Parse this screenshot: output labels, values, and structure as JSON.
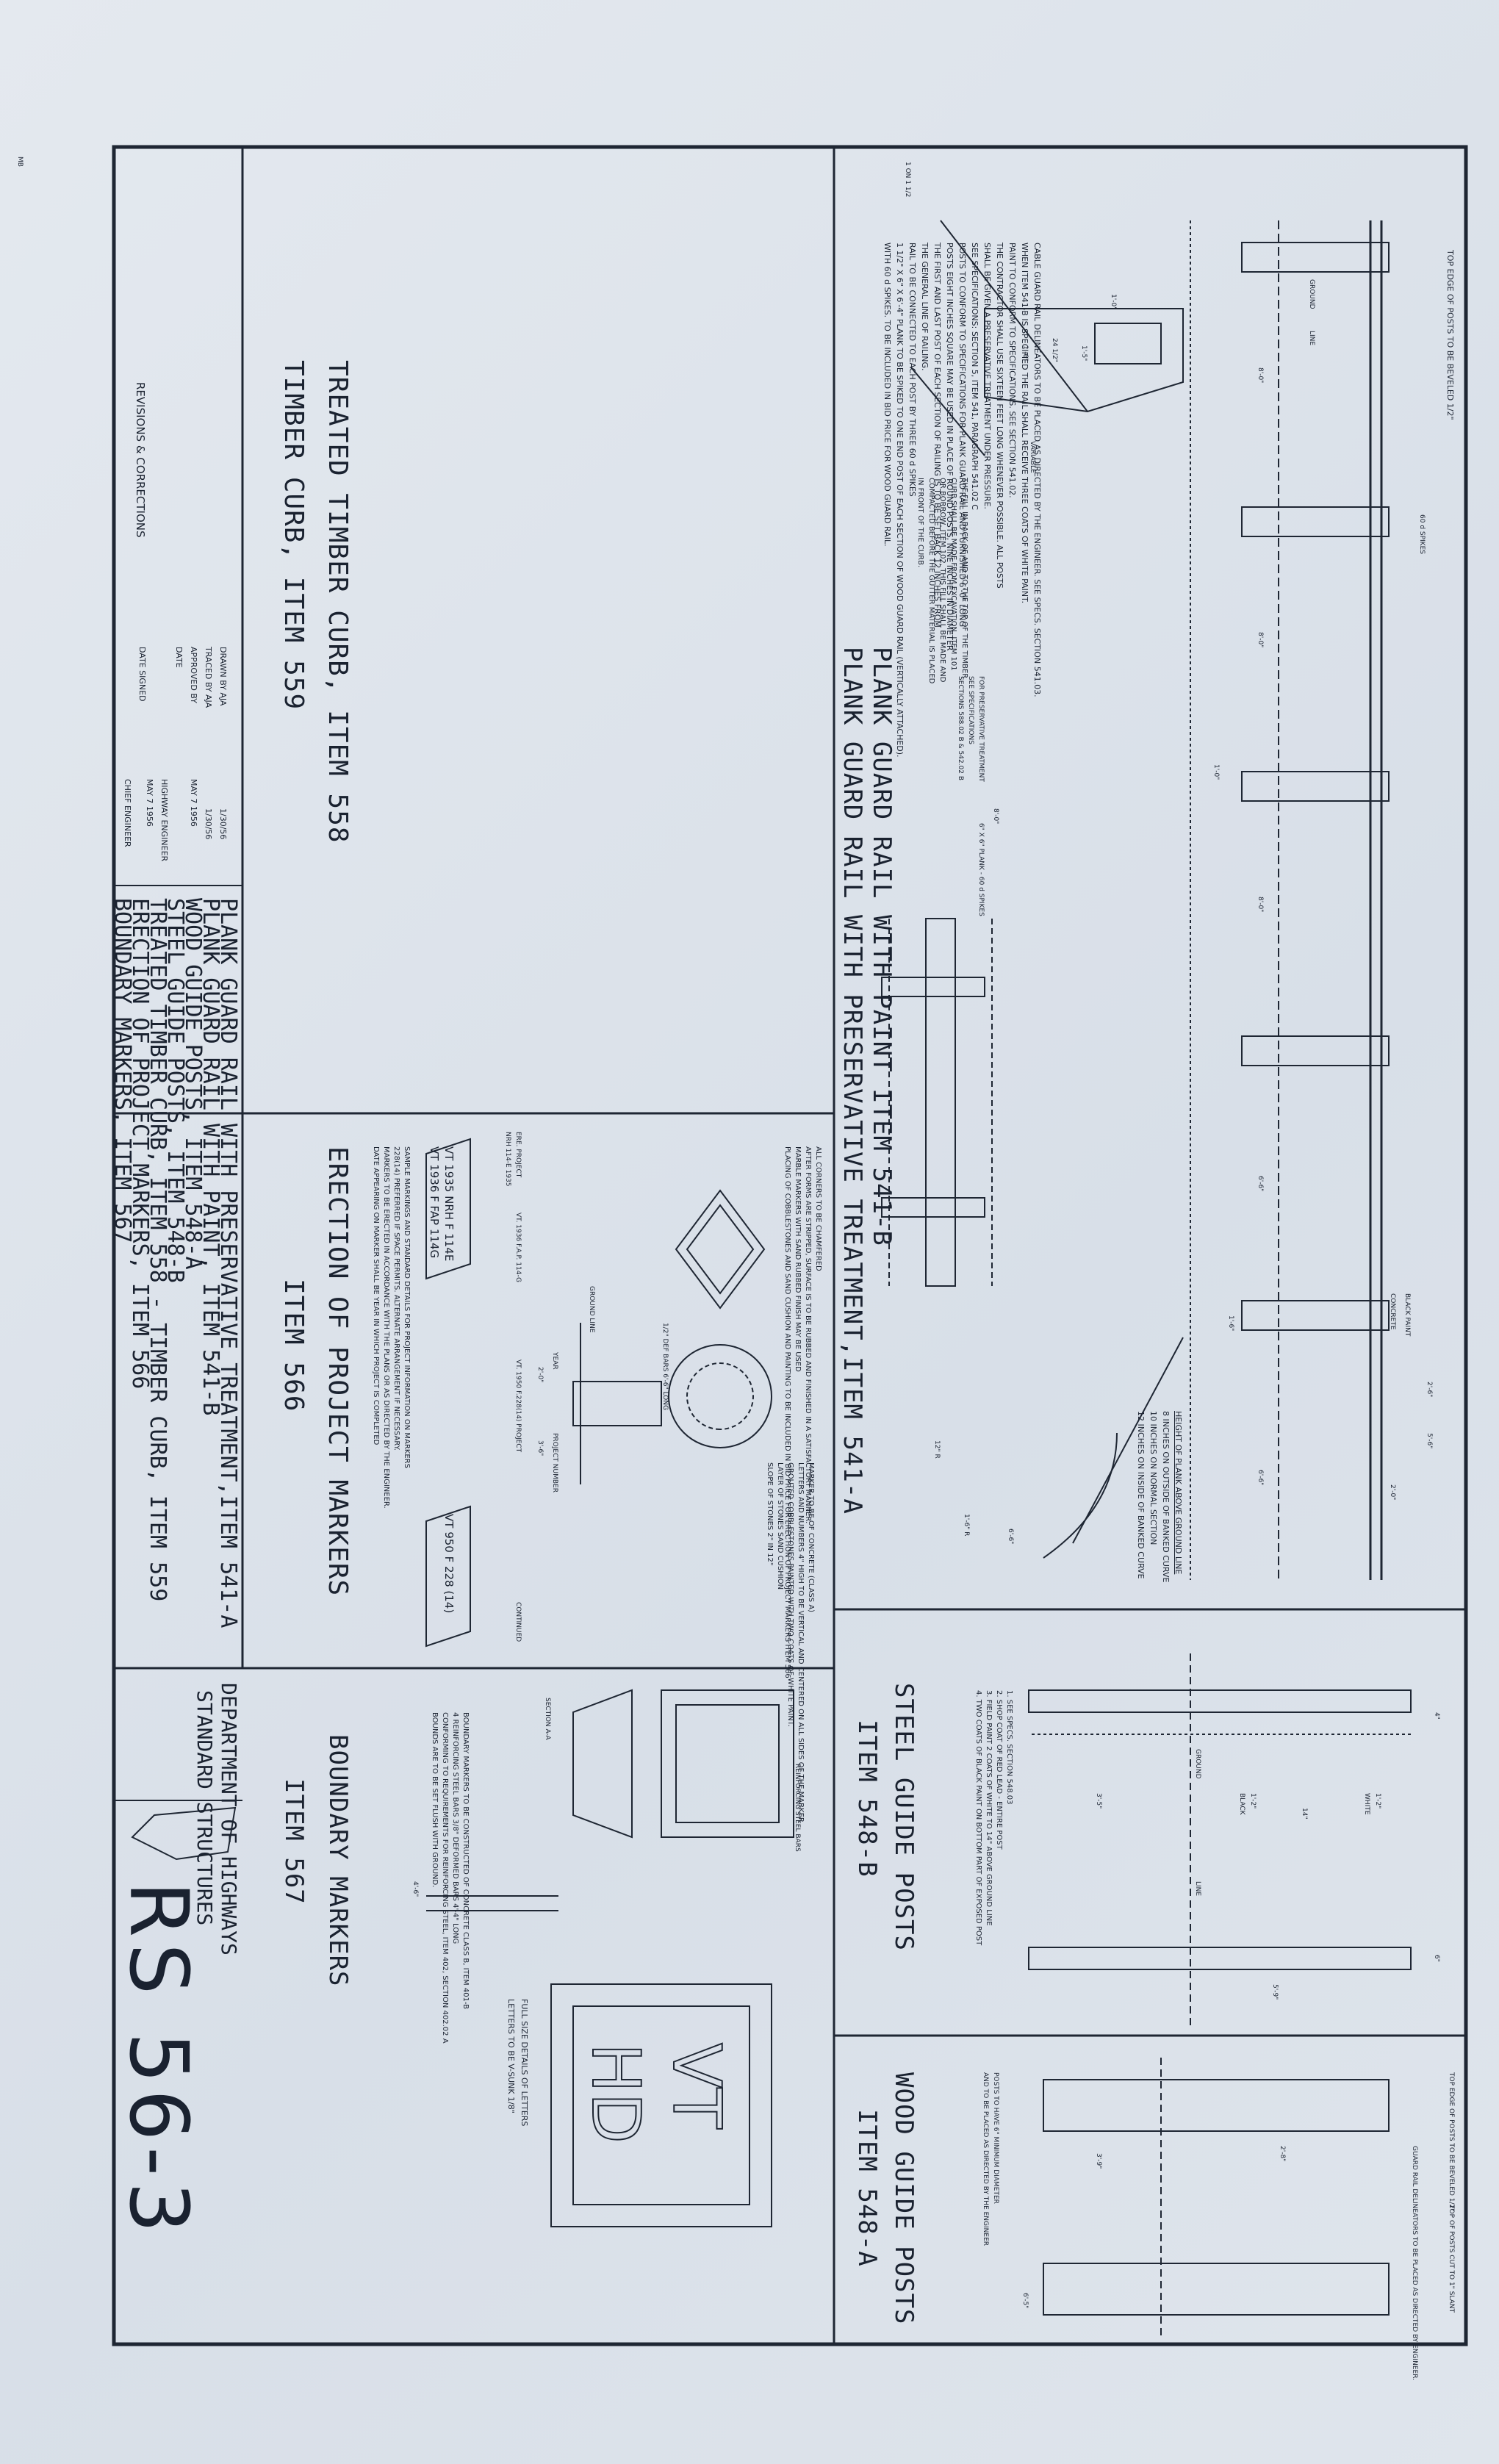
{
  "sheet": {
    "number": "RS 56-3",
    "department": "DEPARTMENT OF HIGHWAYS",
    "standard": "STANDARD STRUCTURES",
    "margin_stamp": "MB"
  },
  "plank_guard_rail": {
    "title_a": "PLANK GUARD RAIL WITH PRESERVATIVE TREATMENT,ITEM 541-A",
    "title_b": "PLANK GUARD RAIL WITH PAINT ITEM 541-B",
    "top_note": "TOP EDGE OF POSTS TO BE BEVELED 1/2\"",
    "height_heading": "HEIGHT OF PLANK ABOVE GROUND LINE",
    "height_lines": [
      "8 INCHES ON OUTSIDE OF BANKED CURVE",
      "10 INCHES ON NORMAL SECTION",
      "12 INCHES ON INSIDE OF BANKED CURVE"
    ],
    "notes": [
      "CABLE GUARD RAIL DELINEATORS TO BE PLACED AS DIRECTED BY THE ENGINEER. SEE SPECS. SECTION 541.03.",
      "WHEN ITEM 541-B IS SPECIFIED THE RAIL SHALL RECEIVE THREE COATS OF WHITE PAINT.",
      "PAINT TO CONFORM TO SPECIFICATIONS. SEE SECTION 541.02.",
      "THE CONTRACTOR SHALL USE SIXTEEN FEET LONG WHENEVER POSSIBLE. ALL POSTS",
      "SHALL BE GIVEN A PRESERVATIVE TREATMENT UNDER PRESSURE.",
      "SEE SPECIFICATIONS: SECTION 5, ITEM 541, PARAGRAPH 541.02 C",
      "POSTS TO CONFORM TO SPECIFICATIONS FOR PLANK GUARD RAIL AND FURNISHED 6'-0\" LONG",
      "POSTS EIGHT INCHES SQUARE MAY BE USED IN PLACE OF ROUND POSTS, NINE INCHES IN DIAMETER",
      "THE FIRST AND LAST POST OF EACH SECTION OF RAILING IS TO BE SET BACK 12 INCHES FROM",
      "THE GENERAL LINE OF RAILING.",
      "RAIL TO BE CONNECTED TO EACH POST BY THREE 60 d SPIKES",
      "1 1/2\" X 6\" X 6'-4\" PLANK TO BE SPIKED TO ONE END POST OF EACH SECTION OF WOOD GUARD RAIL (VERTICALLY ATTACHED).",
      "WITH 60 d SPIKES. TO BE INCLUDED IN BID PRICE FOR WOOD GUARD RAIL."
    ],
    "dims": [
      "8'-0\"",
      "8'-0\"",
      "8'-0\"",
      "6'-6\"",
      "6'-6\"",
      "2'-6\"",
      "5'-6\"",
      "1'-6\"",
      "2'-0\"",
      "1'-0\"",
      "6'-6\""
    ],
    "labels": [
      "GROUND",
      "LINE",
      "60 d SPIKES",
      "BLACK PAINT",
      "CONCRETE",
      "12\" R",
      "1'-6\" R"
    ]
  },
  "timber_curb": {
    "title_a": "TREATED TIMBER CURB, ITEM 558",
    "title_b": "TIMBER CURB, ITEM 559",
    "dims": [
      "1'-0\"",
      "1'-5\"",
      "24 1/2\"",
      "1'-6\"",
      "VARIABLE",
      "8'-0\""
    ],
    "labels": [
      "1 ON 1 1/2",
      "6\" X 6\" PLANK - 60 d SPIKES",
      "FOR PRESERVATIVE TREATMENT",
      "SEE SPECIFICATIONS",
      "SECTIONS 588.02 B & 542.02 B"
    ],
    "note_lines": [
      "THE FILL IN BACK OF AND TO THE TOP OF THE TIMBER",
      "CURB SHALL BE MADE FROM EXCAVATION, ITEM 101",
      "OR BORROW, ITEM 102. THIS FILL SHALL BE MADE AND",
      "COMPACTED BEFORE THE GUTTER MATERIAL IS PLACED",
      "IN FRONT OF THE CURB."
    ]
  },
  "project_markers": {
    "title_a": "ERECTION OF PROJECT MARKERS",
    "title_b": "ITEM 566",
    "marker_texts": [
      "VT 1935 NRH F 114E",
      "VT 1936 F FAP 114G",
      "VT 950 F 228 (14)"
    ],
    "note_lines": [
      "ALL CORNERS TO BE CHAMFERED",
      "AFTER FORMS ARE STRIPPED, SURFACE IS TO BE RUBBED AND FINISHED IN A SATISFACTORY MANNER.",
      "MARBLE MARKERS WITH SAND RUBBED FINISH MAY BE USED",
      "PLACING OF COBBLESTONES AND SAND CUSHION AND PAINTING TO BE INCLUDED IN BID PRICE FOR ERECTION OF PROJECT MARKERS ITEM 566",
      "MARKER TO BE OF CONCRETE (CLASS A)",
      "LETTERS AND NUMBERS 4\" HIGH TO BE VERTICAL AND CENTERED ON ALL SIDES OF THE MARKER",
      "GROUTED COBBLESTONES PAINTED WITH TWO COATS OF WHITE PAINT.",
      "LAYER OF STONES SAND CUSHION",
      "SLOPE OF STONES 2\" IN 12\"",
      "SAMPLE MARKINGS AND STANDARD DETAILS FOR PROJECT INFORMATION ON MARKERS",
      "228(14) PREFERRED IF SPACE PERMITS. ALTERNATE ARRANGEMENT IF NECESSARY.",
      "MARKERS TO BE ERECTED IN ACCORDANCE WITH THE PLANS OR AS DIRECTED BY THE ENGINEER.",
      "DATE APPEARING ON MARKER SHALL BE YEAR IN WHICH PROJECT IS COMPLETED"
    ],
    "labels": [
      "1/2\" DEF BARS 6'-6\" LONG",
      "YEAR",
      "PROJECT NUMBER",
      "GROUND LINE",
      "2'-0\"",
      "3'-6\"",
      "ERE. PROJECT",
      "NRH 114-E 1935",
      "VT. 1936 F.A.P. 114-G",
      "VT. 1950 F.228(14) PROJECT",
      "CONTINUED"
    ]
  },
  "steel_guide_posts": {
    "title_a": "STEEL GUIDE POSTS",
    "title_b": "ITEM 548-B",
    "labels": [
      "4\"",
      "1'-2\"",
      "WHITE",
      "14\"",
      "1'-2\"",
      "BLACK",
      "GROUND",
      "LINE",
      "3'-5\"",
      "6\"",
      "5'-9\""
    ],
    "notes": [
      "1. SEE SPECS. SECTION 548.03",
      "2. SHOP COAT OF RED LEAD - ENTIRE POST",
      "3. FIELD PAINT 2 COATS OF WHITE TO 14\" ABOVE GROUND LINE",
      "4. TWO COATS OF BLACK PAINT ON BOTTOM PART OF EXPOSED POST"
    ]
  },
  "wood_guide_posts": {
    "title_a": "WOOD GUIDE POSTS",
    "title_b": "ITEM 548-A",
    "labels": [
      "TOP EDGE OF POSTS TO BE BEVELED 1/2\"",
      "TOP OF POSTS CUT TO 1\" SLANT",
      "2'-8\"",
      "3'-9\"",
      "6'-5\"",
      "GUARD RAIL DELINEATORS TO BE PLACED AS DIRECTED BY ENGINEER.",
      "POSTS TO HAVE 6\" MINIMUM DIAMETER",
      "AND TO BE PLACED AS DIRECTED BY THE ENGINEER"
    ]
  },
  "boundary_markers": {
    "title_a": "BOUNDARY MARKERS",
    "title_b": "ITEM 567",
    "labels": [
      "SECTION A-A",
      "REINFORCING STEEL BARS",
      "4'-6\"",
      "FULL SIZE DETAILS OF LETTERS",
      "LETTERS TO BE V-SUNK 1/8\""
    ],
    "letters": [
      "VT",
      "HD"
    ],
    "note_lines": [
      "BOUNDARY MARKERS TO BE CONSTRUCTED OF CONCRETE CLASS B, ITEM 401-B",
      "4 REINFORCING STEEL BARS 3/8\" DEFORMED BARS 4'-4\" LONG",
      "CONFORMING TO REQUIREMENTS FOR REINFORCING STEEL, ITEM 402, SECTION 402.02 A",
      "BOUNDS ARE TO BE SET FLUSH WITH GROUND."
    ]
  },
  "title_block": {
    "items": [
      "PLANK GUARD RAIL WITH PRESERVATIVE TREATMENT,ITEM 541-A",
      "PLANK GUARD RAIL WITH PAINT, ITEM 541-B",
      "WOOD GUIDE POSTS, ITEM 548-A",
      "STEEL GUIDE POSTS, ITEM 548-B",
      "TREATED TIMBER CURB, ITEM 558 - TIMBER CURB, ITEM 559",
      "ERECTION OF PROJECT MARKERS, ITEM 566",
      "BOUNDARY MARKERS, ITEM 567"
    ],
    "revisions": "REVISIONS & CORRECTIONS",
    "drawn_by": "DRAWN BY  AJA",
    "drawn_date": "1/30/56",
    "traced_by": "TRACED BY  AJA",
    "traced_date": "1/30/56",
    "approved_by": "APPROVED BY",
    "date": "DATE",
    "approved_date": "MAY 7 1956",
    "highway_engineer": "HIGHWAY ENGINEER",
    "date_signed": "DATE SIGNED",
    "signed_date": "MAY 7 1956",
    "chief_engineer": "CHIEF ENGINEER"
  }
}
